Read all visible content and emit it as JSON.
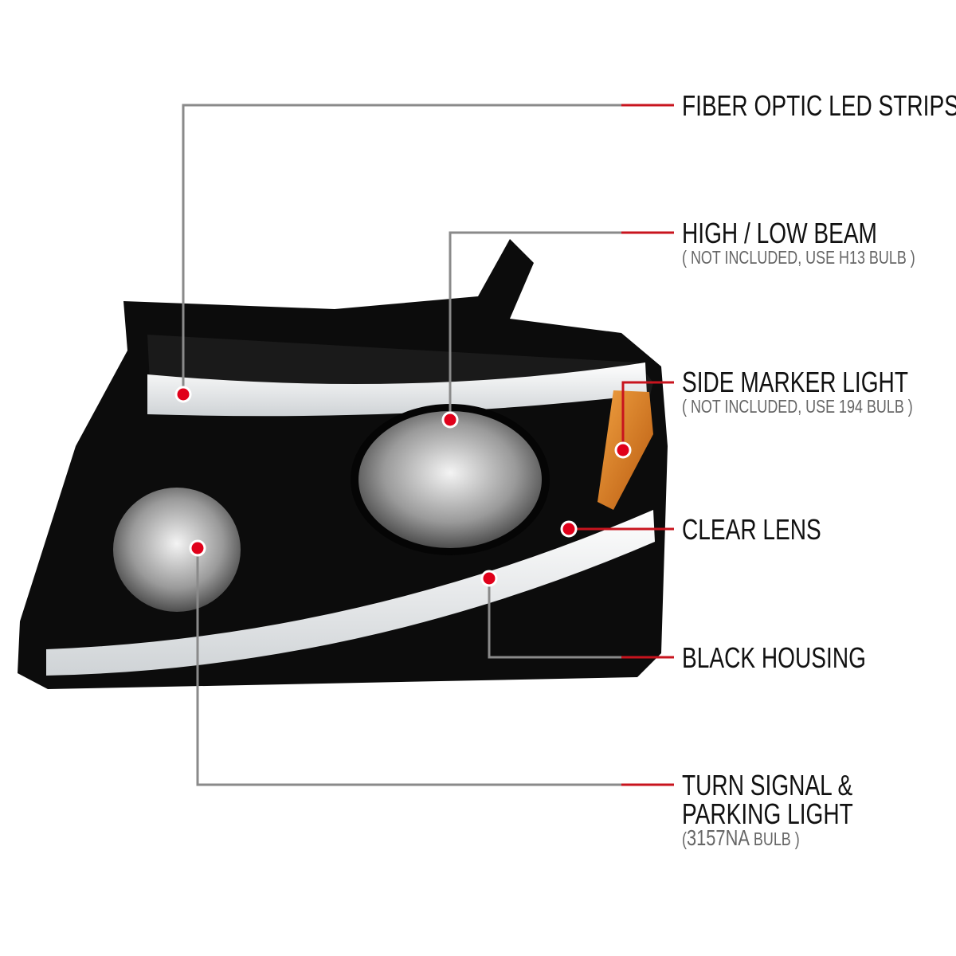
{
  "callouts": [
    {
      "title": "FIBER OPTIC LED STRIPS"
    },
    {
      "title": "HIGH / LOW BEAM",
      "note": "( NOT INCLUDED, USE  H13  BULB )"
    },
    {
      "title": "SIDE MARKER LIGHT",
      "note": "( NOT INCLUDED, USE  194  BULB )"
    },
    {
      "title": "CLEAR LENS"
    },
    {
      "title": "BLACK HOUSING"
    },
    {
      "title": "TURN SIGNAL &",
      "title2": "PARKING LIGHT",
      "note_open": "(",
      "note_bulb": "3157NA",
      "note_rest": " BULB )"
    }
  ],
  "colors": {
    "leader_gray": "#8a8a8a",
    "leader_red": "#c8141e",
    "dot": "#e0001a",
    "housing": "#0c0c0c",
    "amber": "#d9761a"
  }
}
